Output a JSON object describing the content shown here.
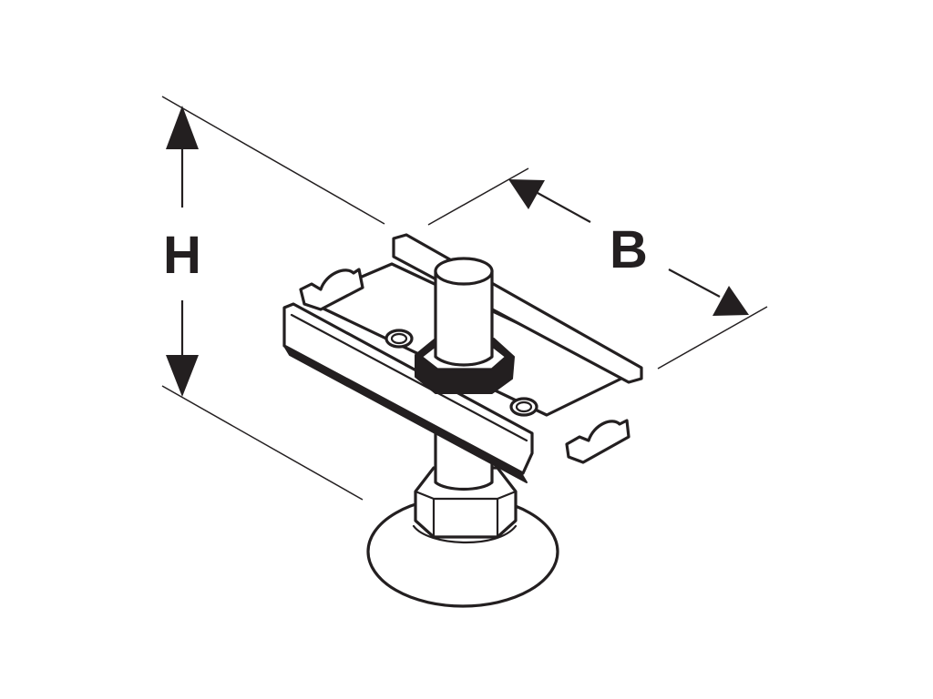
{
  "diagram": {
    "dimensions": [
      {
        "id": "height",
        "label": "H"
      },
      {
        "id": "width",
        "label": "B"
      }
    ],
    "colors": {
      "line": "#231f20",
      "background": "#ffffff"
    }
  }
}
